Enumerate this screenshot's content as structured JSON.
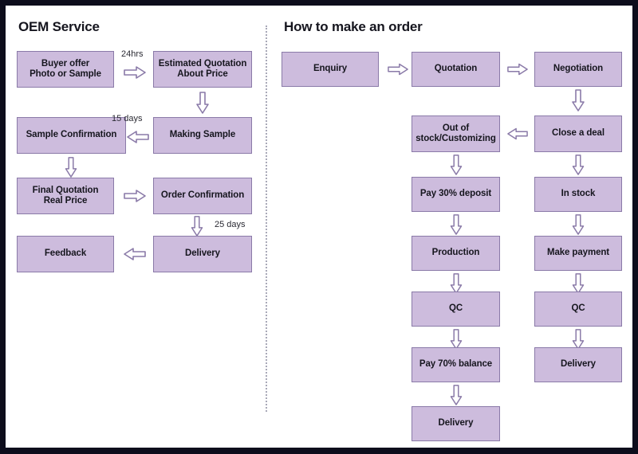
{
  "frame": {
    "border_color": "#0d0d1c",
    "background": "#ffffff"
  },
  "theme": {
    "node_fill": "#cdbcdd",
    "node_border": "#8a7aa8",
    "arrow_color": "#8a7aa8",
    "text_color": "#16161e",
    "divider_color": "#a9a9b8"
  },
  "sections": {
    "left": {
      "heading": "OEM Service",
      "nodes": {
        "buyer_offer": "Buyer offer\nPhoto or Sample",
        "buyer_offer_line1": "Buyer offer",
        "buyer_offer_line2": "Photo or Sample",
        "estimated_quotation_line1": "Estimated Quotation",
        "estimated_quotation_line2": "About Price",
        "making_sample": "Making Sample",
        "sample_confirmation": "Sample Confirmation",
        "final_quotation_line1": "Final Quotation",
        "final_quotation_line2": "Real Price",
        "order_confirmation": "Order Confirmation",
        "delivery": "Delivery",
        "feedback": "Feedback"
      },
      "labels": {
        "t24hrs": "24hrs",
        "t15days": "15 days",
        "t25days": "25 days"
      }
    },
    "right": {
      "heading": "How to make an order",
      "nodes": {
        "enquiry": "Enquiry",
        "quotation": "Quotation",
        "negotiation": "Negotiation",
        "close_a_deal": "Close a deal",
        "out_of_stock_line1": "Out of",
        "out_of_stock_line2": "stock/Customizing",
        "pay_30_deposit": "Pay 30% deposit",
        "in_stock": "In stock",
        "production": "Production",
        "make_payment": "Make payment",
        "qc_left": "QC",
        "qc_right": "QC",
        "pay_70_balance": "Pay 70% balance",
        "delivery_right": "Delivery",
        "delivery_bottom": "Delivery"
      }
    }
  },
  "icons": {
    "arrow_right": "arrow-right-icon",
    "arrow_left": "arrow-left-icon",
    "arrow_down": "arrow-down-icon"
  }
}
